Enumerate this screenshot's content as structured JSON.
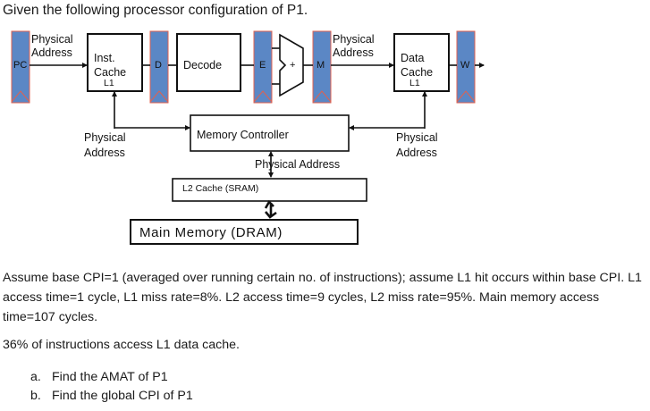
{
  "title": "Given the following processor configuration of P1.",
  "diagram": {
    "pipeline_registers": [
      {
        "label": "PC"
      },
      {
        "label": "D"
      },
      {
        "label": "E"
      },
      {
        "label": "M"
      },
      {
        "label": "W"
      }
    ],
    "inst_cache": {
      "line1": "Inst.",
      "line2": "Cache",
      "line3": "L1"
    },
    "decode": {
      "label": "Decode"
    },
    "alu": {
      "label": "+"
    },
    "data_cache": {
      "line1": "Data",
      "line2": "Cache",
      "line3": "L1"
    },
    "physical_address_top_left": {
      "line1": "Physical",
      "line2": "Address"
    },
    "physical_address_top_right": {
      "line1": "Physical",
      "line2": "Address"
    },
    "physical_address_bottom_left": {
      "line1": "Physical",
      "line2": "Address"
    },
    "physical_address_bottom_right": {
      "line1": "Physical",
      "line2": "Address"
    },
    "memory_controller": {
      "label": "Memory Controller"
    },
    "physical_address_center": "Physical Address",
    "l2_cache": {
      "label": "L2 Cache (SRAM)"
    },
    "main_memory": {
      "label": "Main Memory (DRAM)"
    },
    "colors": {
      "register_fill": "#5b87c5",
      "register_border": "#e0614f",
      "line": "#111111"
    }
  },
  "problem": {
    "paragraph": "Assume base CPI=1 (averaged over running certain no. of instructions); assume L1 hit occurs within base CPI. L1 access time=1 cycle, L1 miss rate=8%.  L2 access time=9 cycles, L2 miss rate=95%.  Main memory access time=107 cycles.",
    "note": "36% of instructions access L1 data cache.",
    "questions": [
      {
        "letter": "a.",
        "text": "Find the AMAT of P1"
      },
      {
        "letter": "b.",
        "text": "Find the global CPI of P1"
      }
    ]
  }
}
